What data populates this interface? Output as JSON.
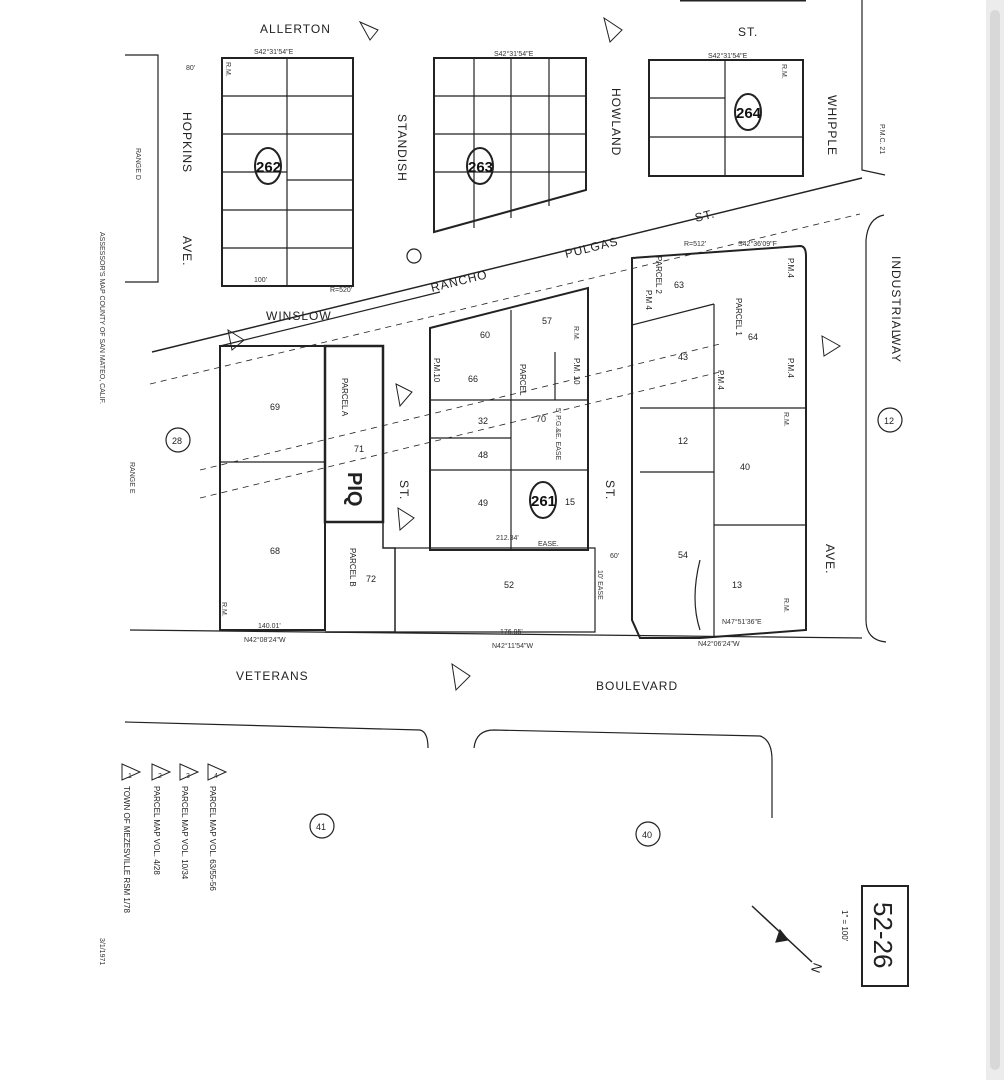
{
  "map": {
    "title": "52-26",
    "scale": "1\" = 100'",
    "north": "N",
    "date": "3/1/1971",
    "side_note": "ASSESSOR'S MAP COUNTY OF SAN MATEO, CALIF.",
    "streets": {
      "allerton": "ALLERTON",
      "st_top": "ST.",
      "whipple": "WHIPPLE",
      "hopkins": "HOPKINS",
      "ave_left": "AVE.",
      "standish": "STANDISH",
      "howland": "HOWLAND",
      "rancho": "RANCHO",
      "pulgas": "PULGAS",
      "st_rancho": "ST.",
      "winslow": "WINSLOW",
      "industrial": "INDUSTRIAL",
      "way": "WAY",
      "pmc": "P.M.C. 21",
      "st_mid1": "ST.",
      "st_mid2": "ST.",
      "ave_right": "AVE.",
      "veterans": "VETERANS",
      "boulevard": "BOULEVARD",
      "range_d": "RANGE D",
      "range_e": "RANGE E"
    },
    "blocks": {
      "b262": "262",
      "b263": "263",
      "b264": "264",
      "b261": "261"
    },
    "circled_parcels": {
      "c12": "12",
      "c28": "28",
      "c41": "41",
      "c40": "40"
    },
    "piq": "PIQ",
    "parcel_labels": {
      "parcel_a": "PARCEL A",
      "parcel_b": "PARCEL B",
      "parcel_1": "PARCEL 1",
      "parcel_2": "PARCEL 2",
      "parcel": "PARCEL",
      "pm4_a": "P.M.4",
      "pm4_b": "P.M.4",
      "pm4_c": "P.M.4",
      "pm4_d": "P.M 4",
      "pm10_a": "P.M.10",
      "pm10_b": "P.M. 10",
      "rm_a": "R.M.",
      "rm_b": "R.M.",
      "rm_c": "R.M.",
      "rm_d": "R.M.",
      "rm_e": "R.M.",
      "rm_f": "R.M.",
      "ease_a": "EASE.",
      "ease_b": "10' EASE",
      "ease_c": "5' P.G.&E. EASE"
    },
    "lots": {
      "l69": "69",
      "l68": "68",
      "l71": "71",
      "l72": "72",
      "l52": "52",
      "l60": "60",
      "l57": "57",
      "l66": "66",
      "l70": "70",
      "l32": "32",
      "l48": "48",
      "l49": "49",
      "l15": "15",
      "l63": "63",
      "l64": "64",
      "l43": "43",
      "l12b": "12",
      "l40": "40",
      "l54": "54",
      "l13": "13"
    },
    "legend": [
      {
        "num": "4",
        "text": "PARCEL MAP VOL. 63/55-56"
      },
      {
        "num": "3",
        "text": "PARCEL MAP VOL. 10/34"
      },
      {
        "num": "2",
        "text": "PARCEL MAP VOL. 4/28"
      },
      {
        "num": "1",
        "text": "TOWN OF MEZESVILLE RSM 1/78"
      }
    ],
    "dims": {
      "d1": "S42°31'54\"E",
      "d2": "S42°31'54\"E",
      "d3": "S42°31'54\"E",
      "d4": "N42°11'54\"W",
      "d5": "N42°08'24\"W",
      "d6": "N42°06'24\"W",
      "d7": "N47°51'36\"E",
      "d8": "212.34'",
      "d9": "176.95'",
      "d10": "140.01'",
      "d11": "80'",
      "d12": "60'",
      "d13": "100'",
      "d14": "R=520'",
      "d15": "R=512'",
      "d16": "S42°36'09\"F"
    }
  }
}
